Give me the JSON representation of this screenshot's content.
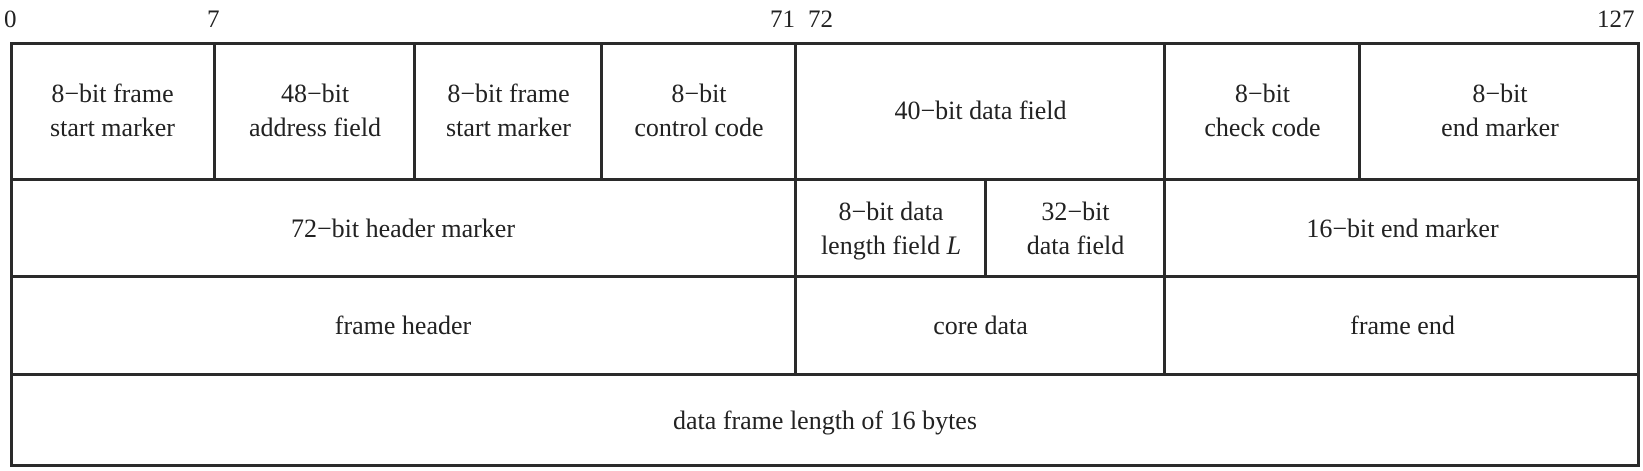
{
  "bit_positions": {
    "start": "0",
    "after_first": "7",
    "header_end": "71",
    "data_start": "72",
    "end": "127"
  },
  "row1": {
    "frame_start_marker_1": [
      "8−bit frame",
      "start marker"
    ],
    "address_field": [
      "48−bit",
      "address field"
    ],
    "frame_start_marker_2": [
      "8−bit frame",
      "start marker"
    ],
    "control_code": [
      "8−bit",
      "control code"
    ],
    "data_field": "40−bit data field",
    "check_code": [
      "8−bit",
      "check code"
    ],
    "end_marker": [
      "8−bit",
      "end marker"
    ]
  },
  "row2": {
    "header_marker": "72−bit header marker",
    "data_length_field": [
      "8−bit data",
      "length field",
      "L"
    ],
    "data_field": [
      "32−bit",
      "data field"
    ],
    "end_marker": "16−bit end marker"
  },
  "row3": {
    "frame_header": "frame header",
    "core_data": "core data",
    "frame_end": "frame end"
  },
  "row4": {
    "total_length": "data frame length of 16 bytes"
  }
}
